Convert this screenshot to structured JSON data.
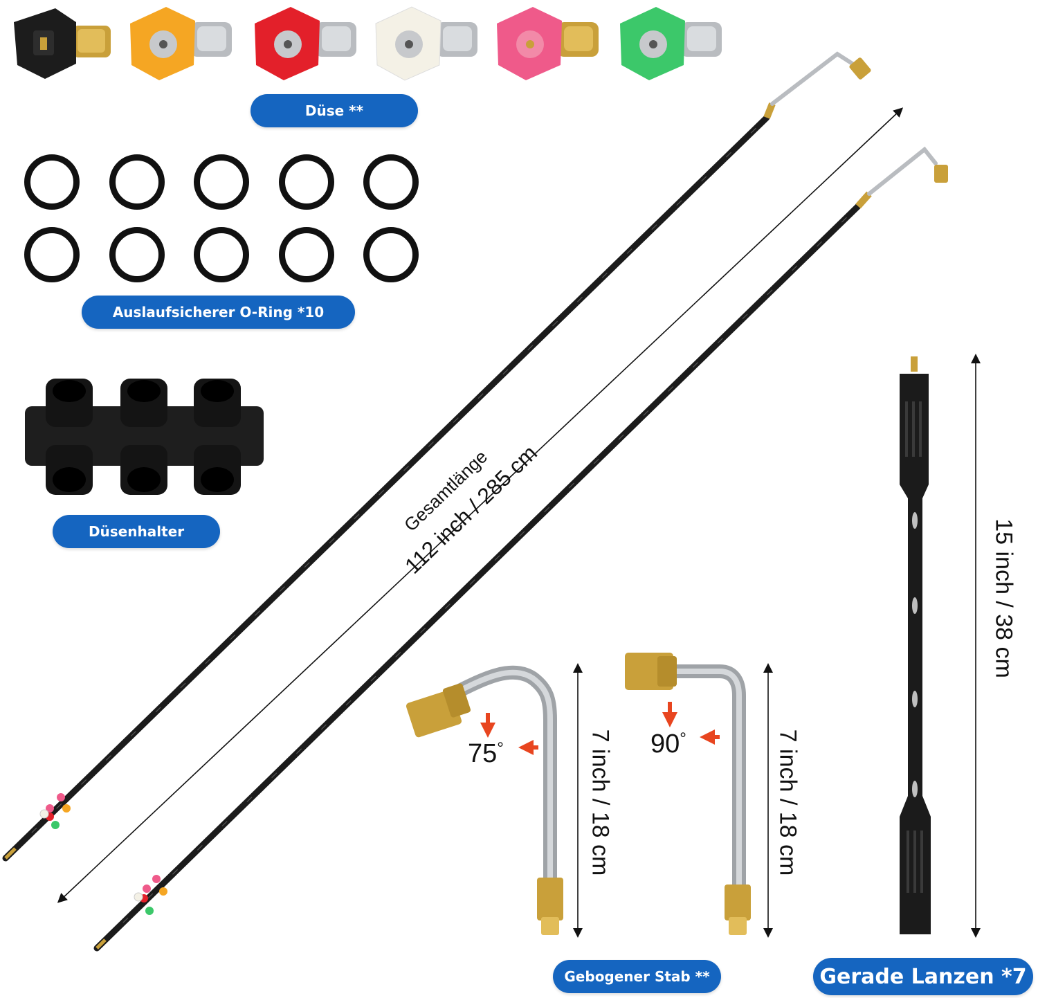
{
  "labels": {
    "nozzles": "Düse **",
    "orings": "Auslaufsicherer O-Ring *10",
    "holder": "Düsenhalter",
    "bent_rod": "Gebogener Stab **",
    "straight_lances": "Gerade Lanzen *7"
  },
  "dimensions": {
    "total_title": "Gesamtlänge",
    "total_length": "112 inch / 285 cm",
    "lance_length": "15 inch / 38 cm",
    "bent_length_a": "7 inch / 18 cm",
    "bent_length_b": "7 inch / 18 cm",
    "angle_a": "75",
    "angle_b": "90",
    "degree": "°"
  },
  "nozzle_colors": [
    "#1c1c1c",
    "#f5a623",
    "#e3202a",
    "#f4f1e6",
    "#ef5a8a",
    "#3cc86a"
  ],
  "colors": {
    "accent": "#1565c0",
    "arrow": "#e8451f",
    "brass": "#c9a03a",
    "steel": "#b9bcc0"
  }
}
